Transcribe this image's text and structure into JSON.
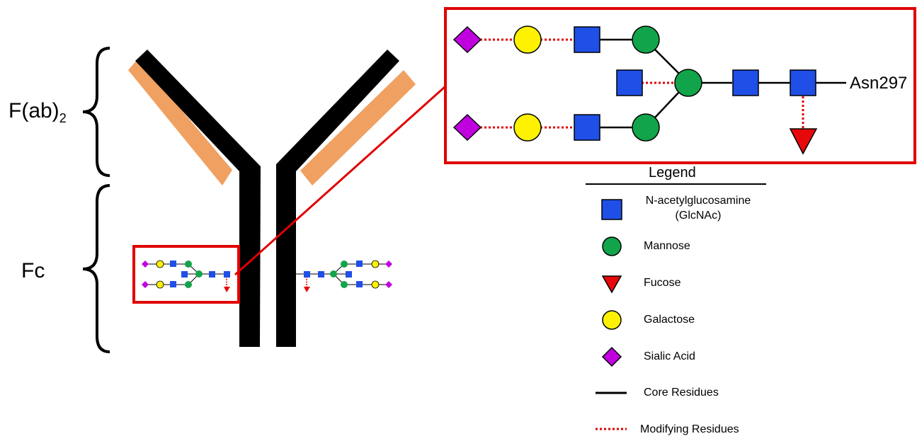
{
  "labels": {
    "fab_main": "F(ab)",
    "fab_sub": "2",
    "fc": "Fc",
    "asn": "Asn297"
  },
  "legend": {
    "title": "Legend",
    "items": [
      {
        "symbol": "blue-square",
        "label_line1": "N-acetylglucosamine",
        "label_line2": "(GlcNAc)"
      },
      {
        "symbol": "green-circle",
        "label_line1": "Mannose",
        "label_line2": ""
      },
      {
        "symbol": "red-triangle",
        "label_line1": "Fucose",
        "label_line2": ""
      },
      {
        "symbol": "yellow-circle",
        "label_line1": "Galactose",
        "label_line2": ""
      },
      {
        "symbol": "purple-diamond",
        "label_line1": "Sialic Acid",
        "label_line2": ""
      },
      {
        "symbol": "black-line",
        "label_line1": "Core Residues",
        "label_line2": ""
      },
      {
        "symbol": "red-dotted-line",
        "label_line1": "Modifying Residues",
        "label_line2": ""
      }
    ]
  },
  "colors": {
    "glcnac": "#1f4fe6",
    "mannose": "#12a44a",
    "fucose": "#e6080b",
    "galactose": "#fff200",
    "sialic": "#c100e0",
    "heavy_chain": "#000000",
    "light_chain": "#f0a060",
    "highlight": "#e00000"
  }
}
